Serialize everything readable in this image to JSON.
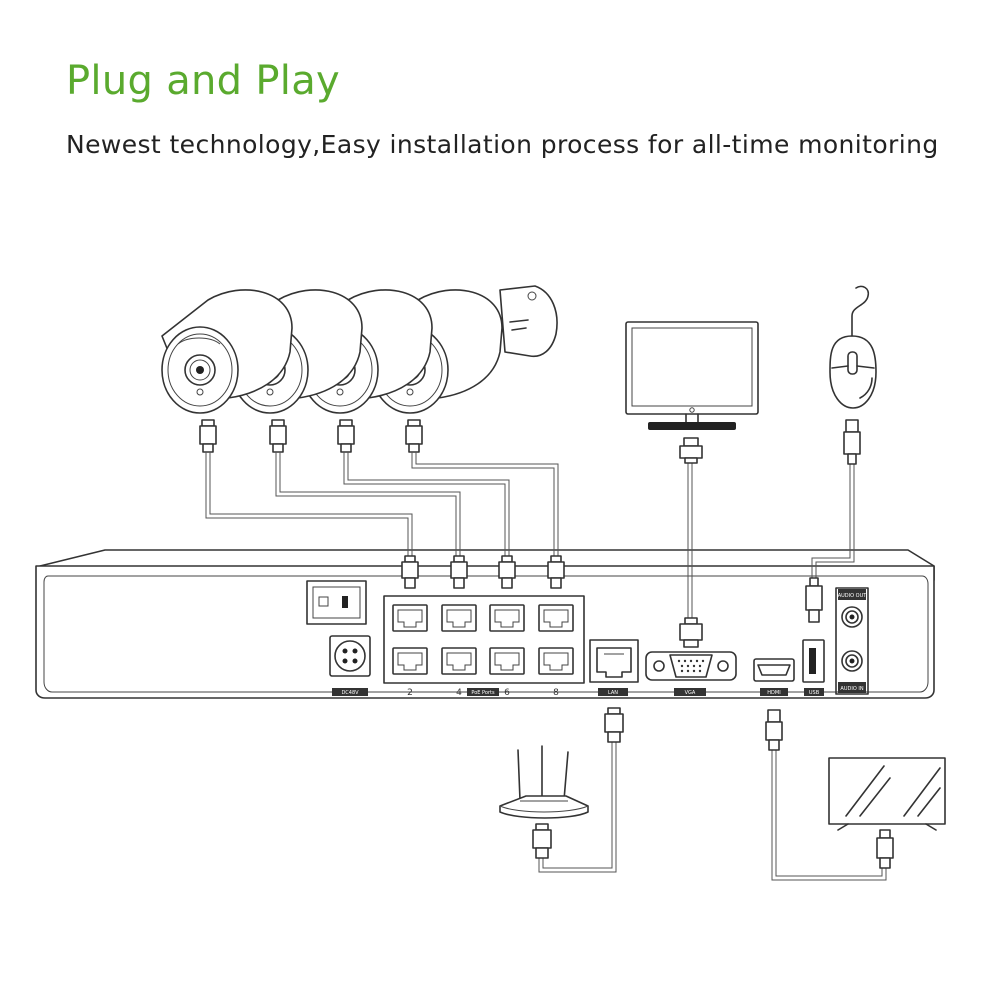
{
  "header": {
    "title": "Plug and Play",
    "subtitle": "Newest technology,Easy installation process for all-time monitoring",
    "accent_color": "#5aaa2e"
  },
  "nvr": {
    "power_label": "DC48V",
    "poe_label": "PoE Ports",
    "port_numbers": [
      "2",
      "4",
      "6",
      "8"
    ],
    "lan_label": "LAN",
    "vga_label": "VGA",
    "hdmi_label": "HDMI",
    "usb_label": "USB",
    "audio_out_label": "AUDIO OUT",
    "audio_in_label": "AUDIO IN"
  },
  "devices": {
    "cameras": [
      "camera-1",
      "camera-2",
      "camera-3",
      "camera-4"
    ],
    "monitor": "monitor",
    "mouse": "mouse",
    "router": "router",
    "tv": "tv"
  },
  "icons": [
    "camera-icon",
    "monitor-icon",
    "mouse-icon",
    "router-icon",
    "tv-icon",
    "rj45-plug-icon",
    "vga-plug-icon",
    "hdmi-plug-icon",
    "usb-plug-icon"
  ]
}
